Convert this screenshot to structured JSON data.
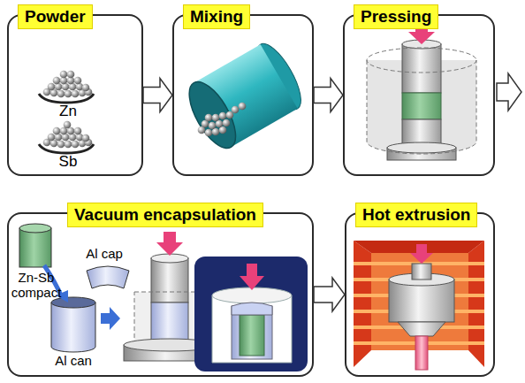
{
  "diagram": {
    "nodes": [
      {
        "text": [
          "Powder"
        ]
      },
      {
        "text": [
          "Mixing"
        ]
      },
      {
        "text": [
          "Pressing"
        ]
      },
      {
        "text": [
          "Vacuum encapsulation"
        ]
      },
      {
        "text": [
          "Hot extrusion"
        ]
      }
    ],
    "edges": [
      {
        "from": 0,
        "to": 1,
        "arrow": "to"
      },
      {
        "from": 1,
        "to": 2,
        "arrow": "to"
      },
      {
        "from": 3,
        "to": 4,
        "arrow": "to"
      }
    ],
    "labels": [
      "Zn",
      "Sb",
      "Al cap",
      "Zn-Sb compact",
      "Al can"
    ]
  }
}
